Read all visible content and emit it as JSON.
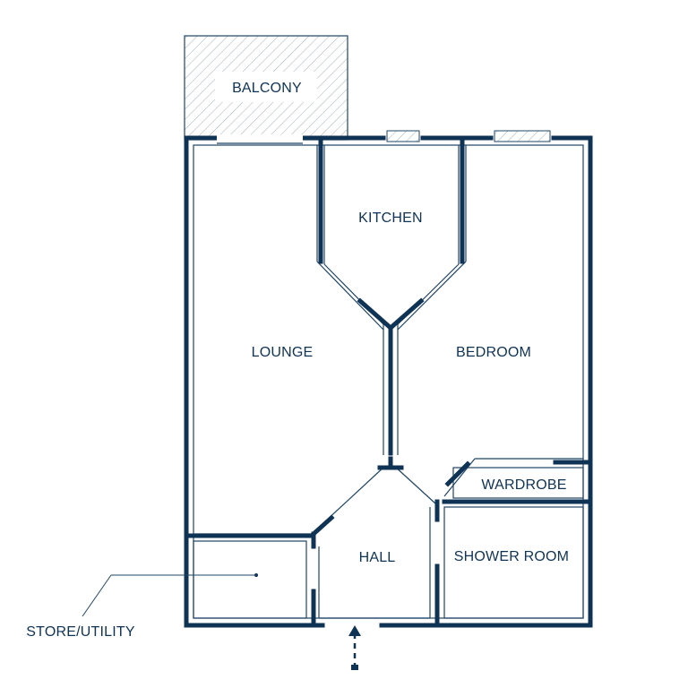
{
  "colors": {
    "wall": "#0f3355",
    "thin_line": "#1e4466",
    "hatch": "#8a9aab",
    "text": "#0f3355",
    "background": "#ffffff"
  },
  "rooms": {
    "balcony": "BALCONY",
    "kitchen": "KITCHEN",
    "lounge": "LOUNGE",
    "bedroom": "BEDROOM",
    "wardrobe": "WARDROBE",
    "hall": "HALL",
    "shower_room": "SHOWER ROOM",
    "store_utility": "STORE/UTILITY"
  },
  "icons": {
    "entrance": "entrance-arrow-icon",
    "windows": "window-icon"
  }
}
